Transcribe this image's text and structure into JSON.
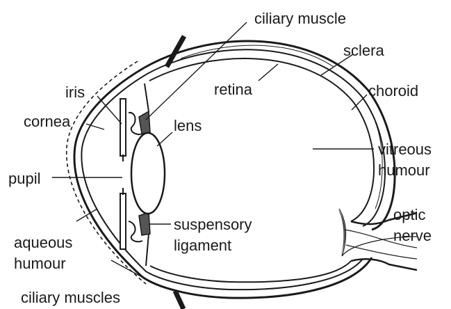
{
  "labels": {
    "ciliary_muscle": "ciliary muscle",
    "sclera": "sclera",
    "retina": "retina",
    "choroid": "choroid",
    "iris": "iris",
    "cornea": "cornea",
    "lens": "lens",
    "vitreous_line1": "vitreous",
    "vitreous_line2": "humour",
    "pupil": "pupil",
    "optic_line1": "optic",
    "optic_line2": "nerve",
    "suspensory_line1": "suspensory",
    "suspensory_line2": "ligament",
    "aqueous_line1": "aqueous",
    "aqueous_line2": "humour",
    "ciliary_muscles": "ciliary muscles"
  },
  "colors": {
    "ink": "#1a1a1a",
    "background": "#ffffff"
  }
}
